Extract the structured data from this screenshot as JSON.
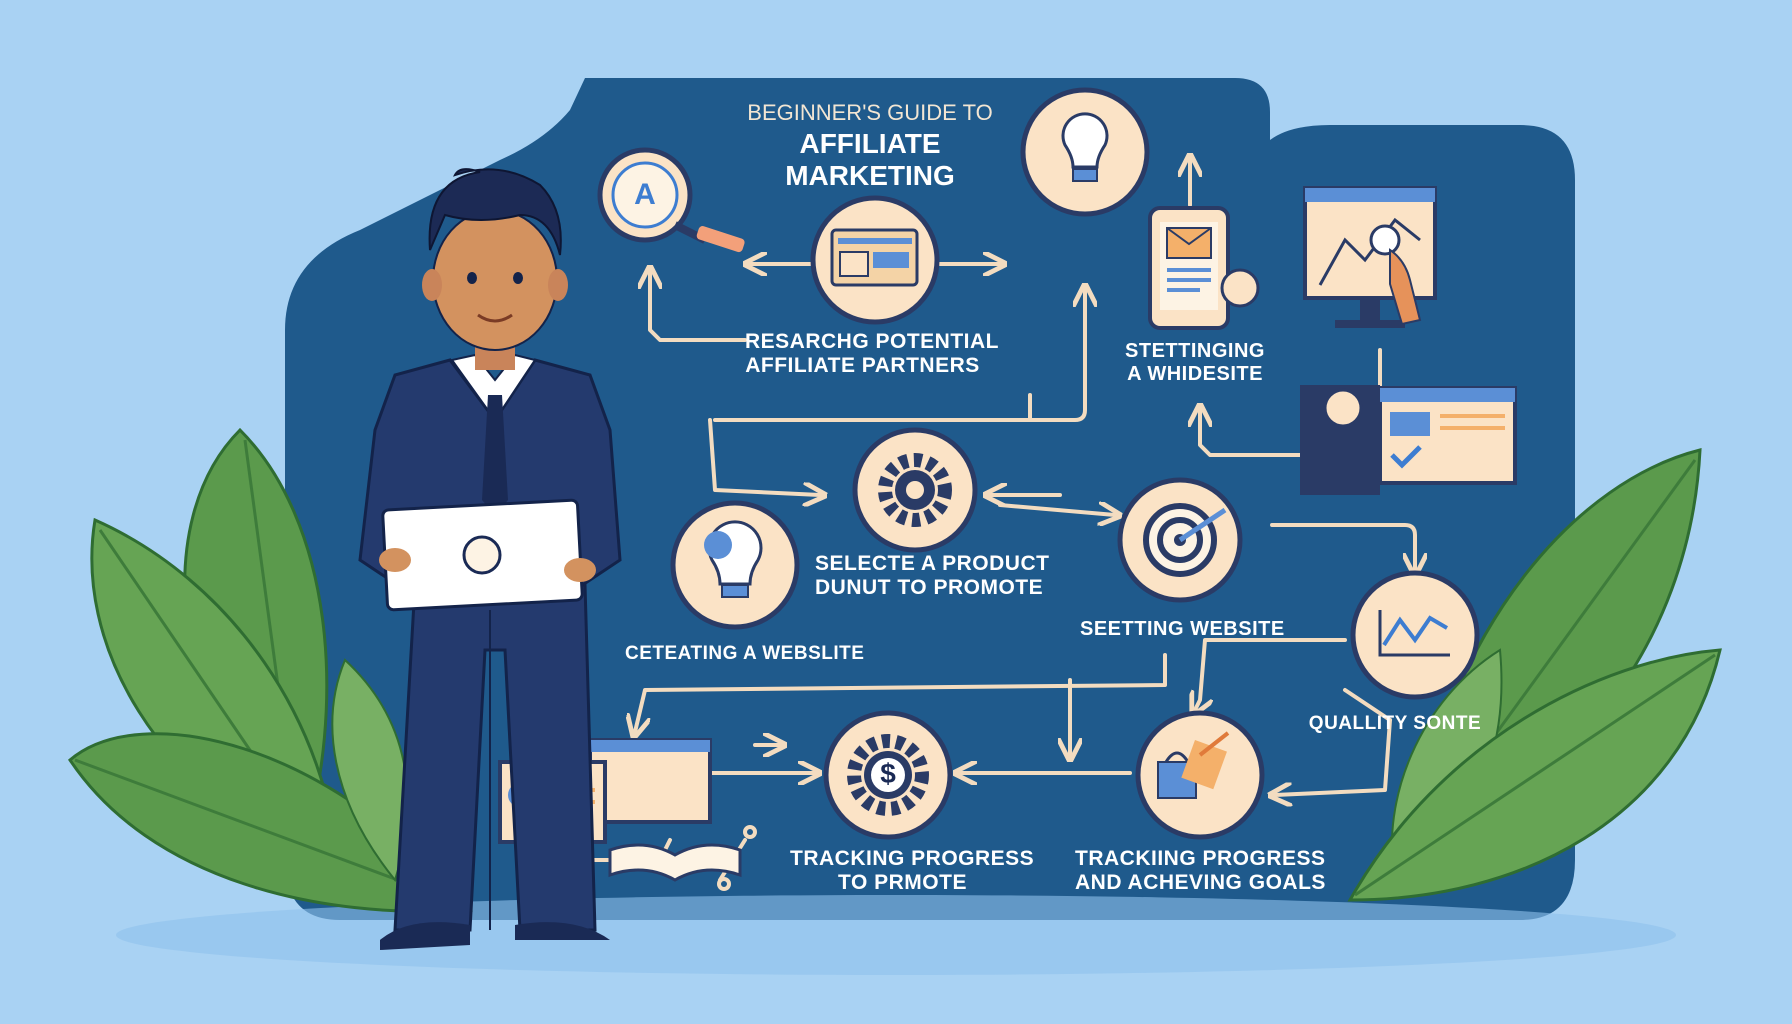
{
  "title": {
    "line1": "BEGINNER'S GUIDE TO",
    "line2": "AFFILIATE MARKETING"
  },
  "steps": {
    "research": [
      "RESARCHG POTENTIAL",
      "AFFILIATE PARTNERS"
    ],
    "setting_top": [
      "STETTINGING",
      "A WHIDESITE"
    ],
    "select": [
      "SELECTE A PRODUCT",
      "DUNUT TO PROMOTE"
    ],
    "creating": "CETEATING A WEBSLITE",
    "setting_web": "SEETTING WEBSITE",
    "quality": "QUALLITY SONTE",
    "tracking_left": [
      "TRACKING PROGRESS",
      "TO PRMOTE"
    ],
    "tracking_right": [
      "TRACKIING PROGRESS",
      "AND ACHEVING GOALS"
    ]
  },
  "icons": {
    "search": "A",
    "dollar": "$"
  },
  "colors": {
    "background": "#a9d2f3",
    "panel": "#1f5a8c",
    "arrow": "#f3dcc0",
    "circle_fill": "#fbe3c6",
    "leaf": "#5b9a4c"
  }
}
